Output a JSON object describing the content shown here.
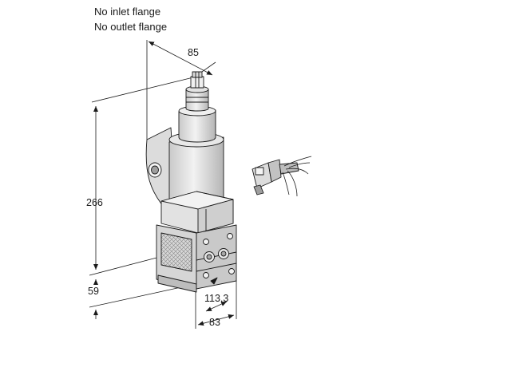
{
  "notes": {
    "line1": "No inlet flange",
    "line2": "No outlet flange"
  },
  "dimensions": {
    "top_width": "85",
    "total_height": "266",
    "lower_height": "59",
    "depth": "113,3",
    "bottom_width": "83"
  },
  "colors": {
    "line": "#1a1a1a",
    "body_light": "#e6e6e6",
    "body_mid": "#cfcfcf",
    "body_dark": "#9a9a9a"
  }
}
